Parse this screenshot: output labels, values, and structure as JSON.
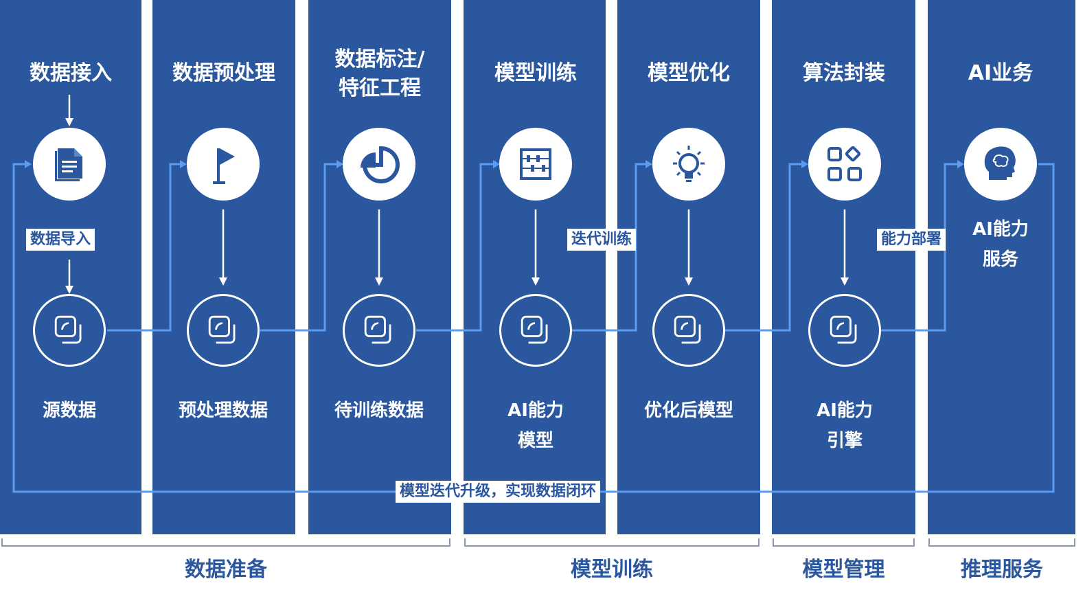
{
  "columns": [
    {
      "title": "数据接入",
      "output": "源数据"
    },
    {
      "title": "数据预处理",
      "output": "预处理数据"
    },
    {
      "title": "数据标注/\n特征工程",
      "output": "待训练数据"
    },
    {
      "title": "模型训练",
      "output": "AI能力\n模型"
    },
    {
      "title": "模型优化",
      "output": "优化后模型"
    },
    {
      "title": "算法封装",
      "output": "AI能力\n引擎"
    },
    {
      "title": "AI业务",
      "output": "AI能力\n服务"
    }
  ],
  "icons": [
    "document-icon",
    "flag-icon",
    "pie-chart-icon",
    "abacus-icon",
    "lightbulb-icon",
    "apps-grid-icon",
    "brain-head-icon",
    "layers-icon"
  ],
  "tags": {
    "data_import": "数据导入",
    "iterative_training": "迭代训练",
    "capability_deploy": "能力部署",
    "loop": "模型迭代升级，实现数据闭环"
  },
  "stages": [
    {
      "label": "数据准备"
    },
    {
      "label": "模型训练"
    },
    {
      "label": "模型管理"
    },
    {
      "label": "推理服务"
    }
  ],
  "colors": {
    "panel": "#2a579e",
    "line": "#5b9bf0",
    "text": "#ffffff",
    "stage_text": "#2a579e",
    "bracket": "#8c97ad"
  }
}
